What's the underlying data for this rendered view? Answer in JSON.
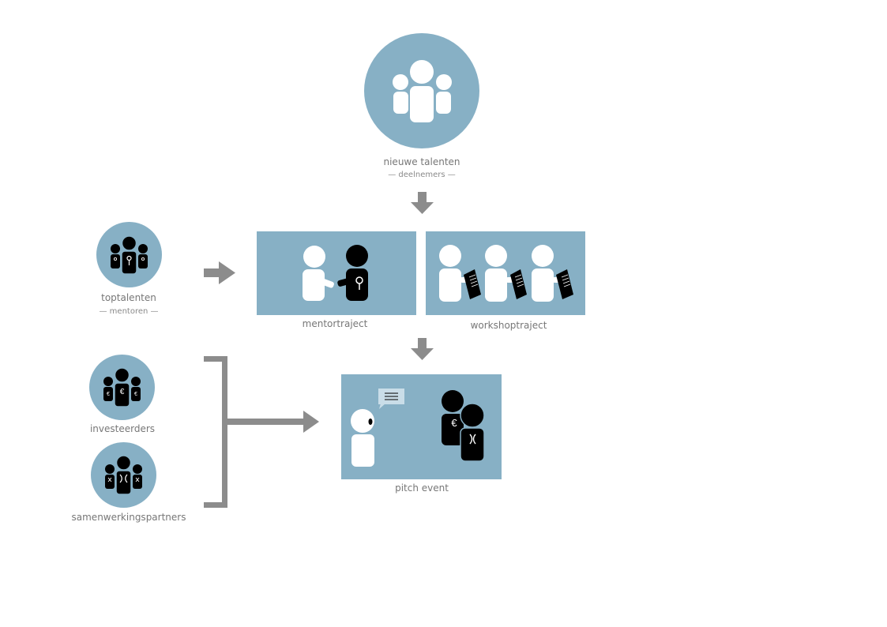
{
  "colors": {
    "accent": "#87b0c5",
    "figure_white": "#ffffff",
    "figure_black": "#000000",
    "arrow_grey": "#8c8c8c",
    "label_grey": "#777777"
  },
  "nodes": {
    "nieuwe_talenten": {
      "label": "nieuwe talenten",
      "sublabel": "— deelnemers —",
      "icon": "group-icon"
    },
    "toptalenten": {
      "label": "toptalenten",
      "sublabel": "— mentoren —",
      "icon": "mentor-group-icon"
    },
    "investeerders": {
      "label": "investeerders",
      "icon": "investor-group-icon"
    },
    "samenwerkingspartners": {
      "label": "samenwerkingspartners",
      "icon": "partner-group-icon"
    },
    "mentortraject": {
      "label": "mentortraject",
      "icon": "handshake-icon"
    },
    "workshoptraject": {
      "label": "workshoptraject",
      "icon": "workshop-people-icon"
    },
    "pitch_event": {
      "label": "pitch event",
      "icon": "pitch-icon"
    }
  }
}
